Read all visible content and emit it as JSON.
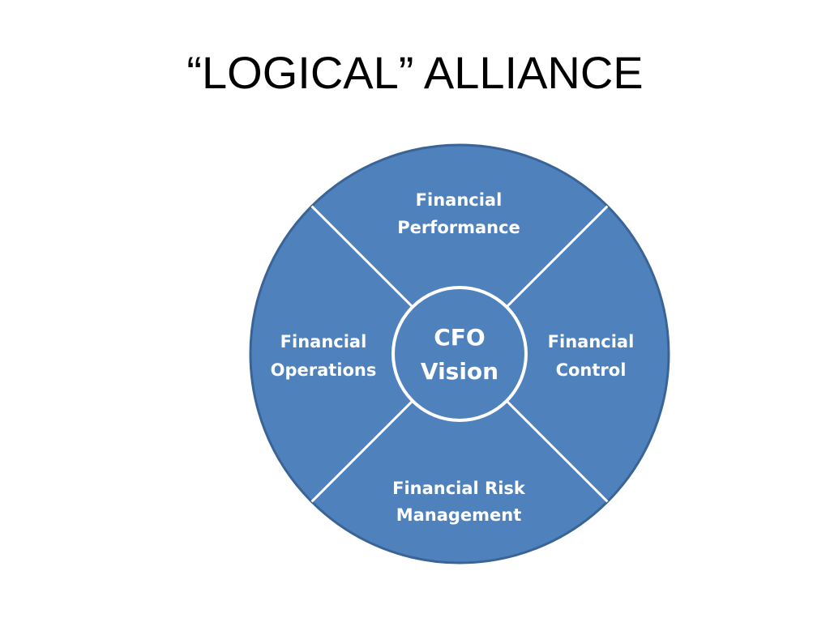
{
  "slide": {
    "title": "“LOGICAL” ALLIANCE"
  },
  "diagram": {
    "center": {
      "line1": "CFO",
      "line2": "Vision"
    },
    "segments": {
      "top": {
        "line1": "Financial",
        "line2": "Performance"
      },
      "left": {
        "line1": "Financial",
        "line2": "Operations"
      },
      "right": {
        "line1": "Financial",
        "line2": "Control"
      },
      "bottom": {
        "line1": "Financial Risk",
        "line2": "Management"
      }
    },
    "colors": {
      "fill": "#4f81bd",
      "outline": "#3a6496",
      "divider": "#ffffff"
    }
  }
}
